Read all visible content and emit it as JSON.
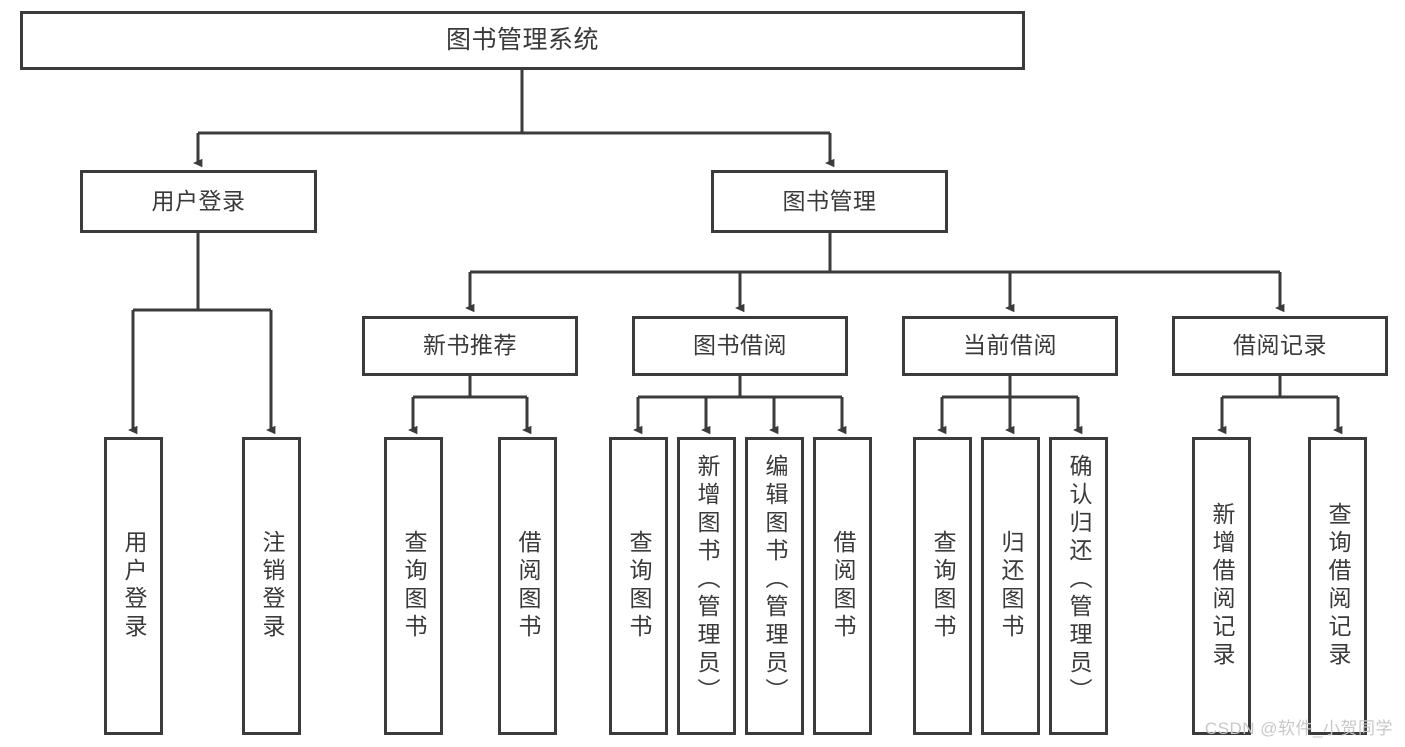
{
  "diagram": {
    "type": "tree-hierarchy-chart",
    "title": "图书管理系统",
    "watermark": "CSDN @软件_小贺同学",
    "colors": {
      "stroke": "#3b3b3b",
      "text": "#3a3a3a",
      "background": "#ffffff",
      "watermark": "#c8c8c8"
    },
    "levels": {
      "root": {
        "label": "图书管理系统"
      },
      "level2": [
        {
          "id": "user-login",
          "label": "用户登录"
        },
        {
          "id": "book-management",
          "label": "图书管理"
        }
      ],
      "level3": [
        {
          "id": "new-book-recommend",
          "label": "新书推荐"
        },
        {
          "id": "book-borrow",
          "label": "图书借阅"
        },
        {
          "id": "current-borrow",
          "label": "当前借阅"
        },
        {
          "id": "borrow-record",
          "label": "借阅记录"
        }
      ],
      "level4": [
        {
          "id": "leaf-user-login",
          "label": "用户登录"
        },
        {
          "id": "leaf-logout-login",
          "label": "注销登录"
        },
        {
          "id": "leaf-query-book-1",
          "label": "查询图书"
        },
        {
          "id": "leaf-borrow-book-1",
          "label": "借阅图书"
        },
        {
          "id": "leaf-query-book-2",
          "label": "查询图书"
        },
        {
          "id": "leaf-add-book-admin",
          "label": "新增图书（管理员）"
        },
        {
          "id": "leaf-edit-book-admin",
          "label": "编辑图书（管理员）"
        },
        {
          "id": "leaf-borrow-book-2",
          "label": "借阅图书"
        },
        {
          "id": "leaf-query-book-3",
          "label": "查询图书"
        },
        {
          "id": "leaf-return-book",
          "label": "归还图书"
        },
        {
          "id": "leaf-confirm-return-admin",
          "label": "确认归还（管理员）"
        },
        {
          "id": "leaf-add-borrow-record",
          "label": "新增借阅记录"
        },
        {
          "id": "leaf-query-borrow-record",
          "label": "查询借阅记录"
        }
      ]
    },
    "edges": [
      {
        "from": "root",
        "to": "user-login"
      },
      {
        "from": "root",
        "to": "book-management"
      },
      {
        "from": "user-login",
        "to": "leaf-user-login"
      },
      {
        "from": "user-login",
        "to": "leaf-logout-login"
      },
      {
        "from": "book-management",
        "to": "new-book-recommend"
      },
      {
        "from": "book-management",
        "to": "book-borrow"
      },
      {
        "from": "book-management",
        "to": "current-borrow"
      },
      {
        "from": "book-management",
        "to": "borrow-record"
      },
      {
        "from": "new-book-recommend",
        "to": "leaf-query-book-1"
      },
      {
        "from": "new-book-recommend",
        "to": "leaf-borrow-book-1"
      },
      {
        "from": "book-borrow",
        "to": "leaf-query-book-2"
      },
      {
        "from": "book-borrow",
        "to": "leaf-add-book-admin"
      },
      {
        "from": "book-borrow",
        "to": "leaf-edit-book-admin"
      },
      {
        "from": "book-borrow",
        "to": "leaf-borrow-book-2"
      },
      {
        "from": "current-borrow",
        "to": "leaf-query-book-3"
      },
      {
        "from": "current-borrow",
        "to": "leaf-return-book"
      },
      {
        "from": "current-borrow",
        "to": "leaf-confirm-return-admin"
      },
      {
        "from": "borrow-record",
        "to": "leaf-add-borrow-record"
      },
      {
        "from": "borrow-record",
        "to": "leaf-query-borrow-record"
      }
    ]
  }
}
